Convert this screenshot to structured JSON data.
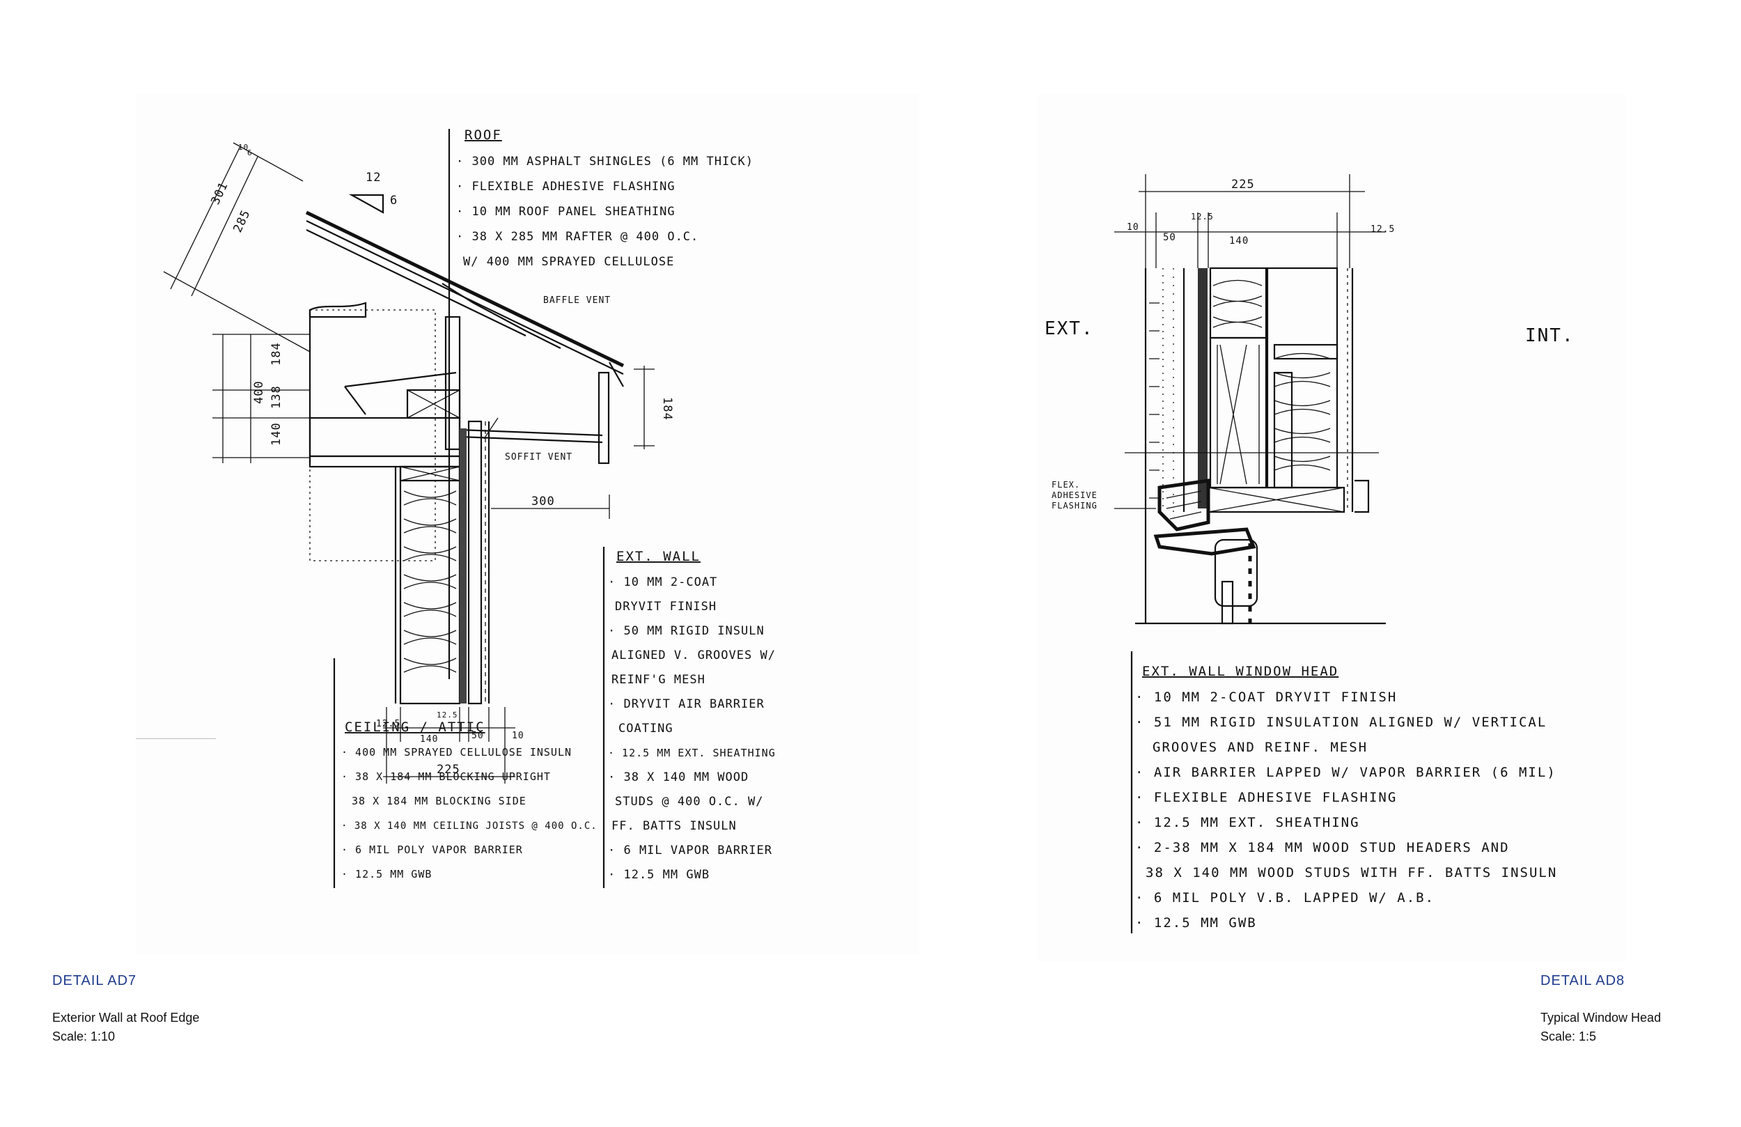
{
  "details": [
    {
      "id": "DETAIL AD7",
      "title": "Exterior Wall at Roof Edge",
      "scale": "Scale: 1:10",
      "notes": {
        "roof": {
          "heading": "ROOF",
          "lines": [
            "· 300 MM ASPHALT SHINGLES (6 MM THICK)",
            "· FLEXIBLE ADHESIVE FLASHING",
            "· 10 MM ROOF PANEL SHEATHING",
            "· 38 X 285 MM RAFTER @ 400 O.C.",
            "W/ 400 MM SPRAYED CELLULOSE"
          ]
        },
        "ext_wall": {
          "heading": "EXT. WALL",
          "lines": [
            "· 10 MM 2-COAT",
            "DRYVIT FINISH",
            "· 50 MM RIGID INSULN",
            "ALIGNED V. GROOVES W/",
            "REINF'G MESH",
            "· DRYVIT AIR BARRIER",
            "COATING",
            "· 12.5 MM EXT. SHEATHING",
            "· 38 X 140 MM WOOD",
            "STUDS @ 400 O.C. W/",
            "FF. BATTS INSULN",
            "· 6 MIL VAPOR BARRIER",
            "· 12.5 MM GWB"
          ]
        },
        "ceiling": {
          "heading": "CEILING / ATTIC",
          "lines": [
            "· 400 MM SPRAYED CELLULOSE INSULN",
            "· 38 X 184 MM BLOCKING UPRIGHT",
            "38 X 184 MM BLOCKING SIDE",
            "· 38 X 140 MM CEILING JOISTS @ 400 O.C.",
            "· 6 MIL POLY VAPOR BARRIER",
            "· 12.5 MM GWB"
          ]
        }
      },
      "labels": {
        "baffle": "BAFFLE VENT",
        "soffit": "SOFFIT VENT",
        "overhang": "300",
        "slope_run": "12",
        "slope_rise": "6",
        "dim_301": "301",
        "dim_285": "285",
        "dim_10": "10",
        "dim_6": "6",
        "dim_400": "400",
        "dim_184": "184",
        "dim_138": "138",
        "dim_140": "140",
        "dim_184_right": "184",
        "dim_125a": "12.5",
        "dim_140b": "140",
        "dim_125b": "12.5",
        "dim_50": "50",
        "dim_10b": "10",
        "dim_225": "225"
      }
    },
    {
      "id": "DETAIL AD8",
      "title": "Typical Window Head",
      "scale": "Scale: 1:5",
      "notes": {
        "heading": "EXT. WALL WINDOW HEAD",
        "lines": [
          "· 10 MM 2-COAT DRYVIT FINISH",
          "· 51 MM RIGID INSULATION ALIGNED W/ VERTICAL",
          "GROOVES AND REINF. MESH",
          "· AIR BARRIER LAPPED W/ VAPOR BARRIER (6 MIL)",
          "· FLEXIBLE ADHESIVE FLASHING",
          "· 12.5 MM EXT. SHEATHING",
          "· 2-38 MM X 184 MM WOOD STUD HEADERS AND",
          "38 X 140 MM WOOD STUDS WITH FF. BATTS INSULN",
          "· 6 MIL POLY V.B. LAPPED W/ A.B.",
          "· 12.5 MM GWB"
        ]
      },
      "labels": {
        "ext": "EXT.",
        "int": "INT.",
        "flash1": "FLEX.",
        "flash2": "ADHESIVE",
        "flash3": "FLASHING",
        "dim_225": "225",
        "dim_10": "10",
        "dim_50": "50",
        "dim_125a": "12.5",
        "dim_140": "140",
        "dim_125b": "12.5"
      }
    }
  ]
}
